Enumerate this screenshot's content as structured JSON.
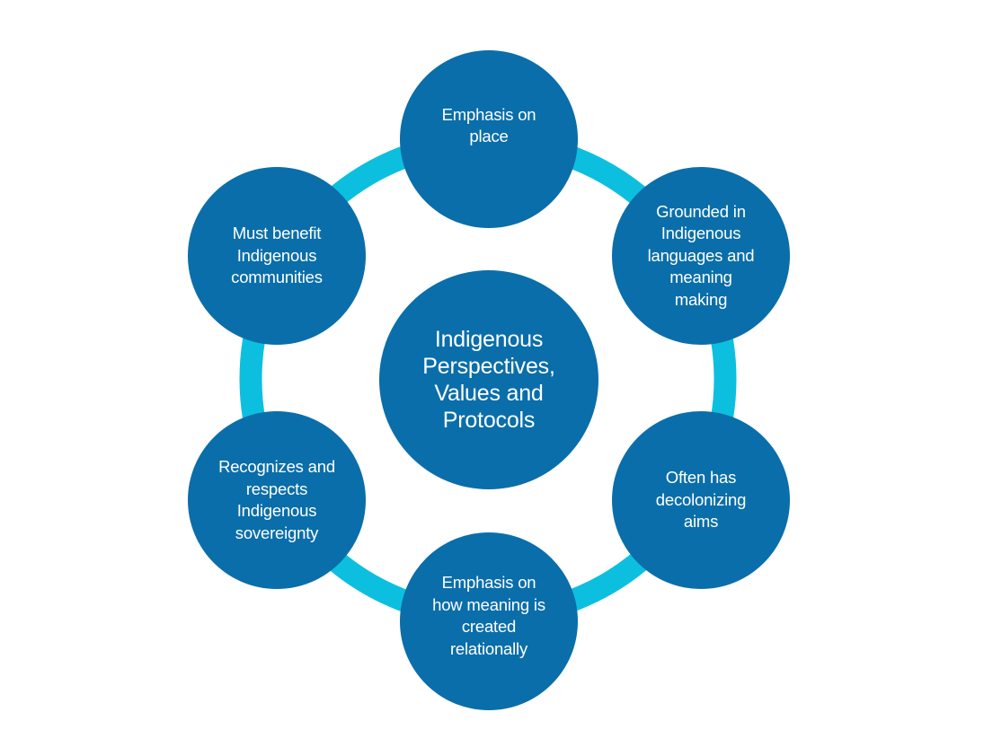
{
  "colors": {
    "node_fill": "#0a6eaa",
    "connector": "#0dbfdf",
    "text": "#ffffff",
    "background": "#ffffff"
  },
  "diagram": {
    "center": {
      "label": "Indigenous\nPerspectives,\nValues and\nProtocols"
    },
    "nodes": [
      {
        "id": "top",
        "label": "Emphasis on\nplace"
      },
      {
        "id": "upper-right",
        "label": "Grounded in\nIndigenous\nlanguages and\nmeaning\nmaking"
      },
      {
        "id": "lower-right",
        "label": "Often has\ndecolonizing\naims"
      },
      {
        "id": "bottom",
        "label": "Emphasis on\nhow meaning is\ncreated\nrelationally"
      },
      {
        "id": "lower-left",
        "label": "Recognizes and\nrespects\nIndigenous\nsovereignty"
      },
      {
        "id": "upper-left",
        "label": "Must benefit\nIndigenous\ncommunities"
      }
    ]
  }
}
